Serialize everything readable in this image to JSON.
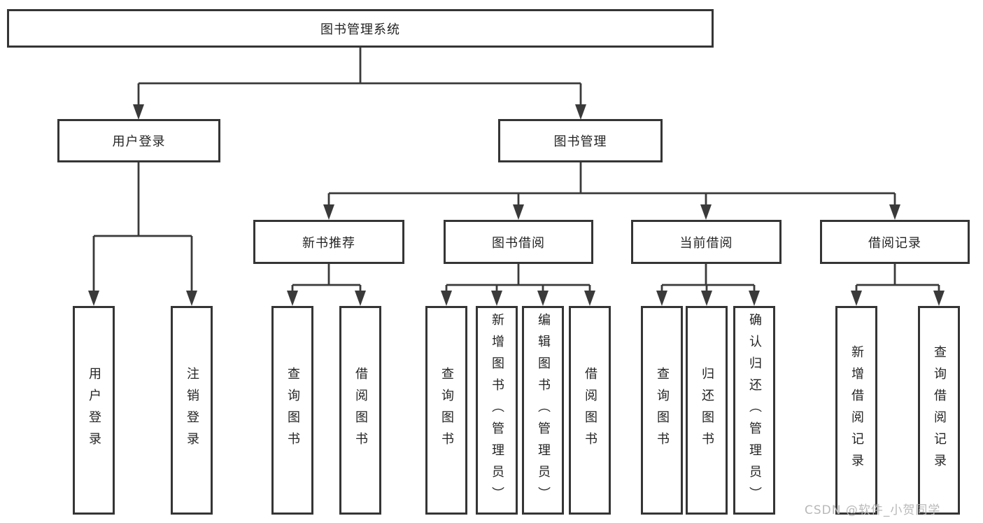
{
  "colors": {
    "line": "#3a3a3a",
    "box_border": "#353535",
    "text": "#242424",
    "background": "#ffffff",
    "watermark": "#b8b8b8"
  },
  "diagram": {
    "type": "hierarchy-tree",
    "root": {
      "label": "图书管理系统"
    },
    "level2": [
      {
        "label": "用户登录"
      },
      {
        "label": "图书管理"
      }
    ],
    "level3": [
      {
        "label": "新书推荐",
        "parent": "图书管理"
      },
      {
        "label": "图书借阅",
        "parent": "图书管理"
      },
      {
        "label": "当前借阅",
        "parent": "图书管理"
      },
      {
        "label": "借阅记录",
        "parent": "图书管理"
      }
    ],
    "leaves": [
      {
        "label": "用户登录",
        "parent": "用户登录"
      },
      {
        "label": "注销登录",
        "parent": "用户登录"
      },
      {
        "label": "查询图书",
        "parent": "新书推荐"
      },
      {
        "label": "借阅图书",
        "parent": "新书推荐"
      },
      {
        "label": "查询图书",
        "parent": "图书借阅"
      },
      {
        "label": "新增图书（管理员）",
        "parent": "图书借阅"
      },
      {
        "label": "编辑图书（管理员）",
        "parent": "图书借阅"
      },
      {
        "label": "借阅图书",
        "parent": "图书借阅"
      },
      {
        "label": "查询图书",
        "parent": "当前借阅"
      },
      {
        "label": "归还图书",
        "parent": "当前借阅"
      },
      {
        "label": "确认归还（管理员）",
        "parent": "当前借阅"
      },
      {
        "label": "新增借阅记录",
        "parent": "借阅记录"
      },
      {
        "label": "查询借阅记录",
        "parent": "借阅记录"
      }
    ]
  },
  "watermark": {
    "text": "CSDN @软件_小贺同学"
  }
}
